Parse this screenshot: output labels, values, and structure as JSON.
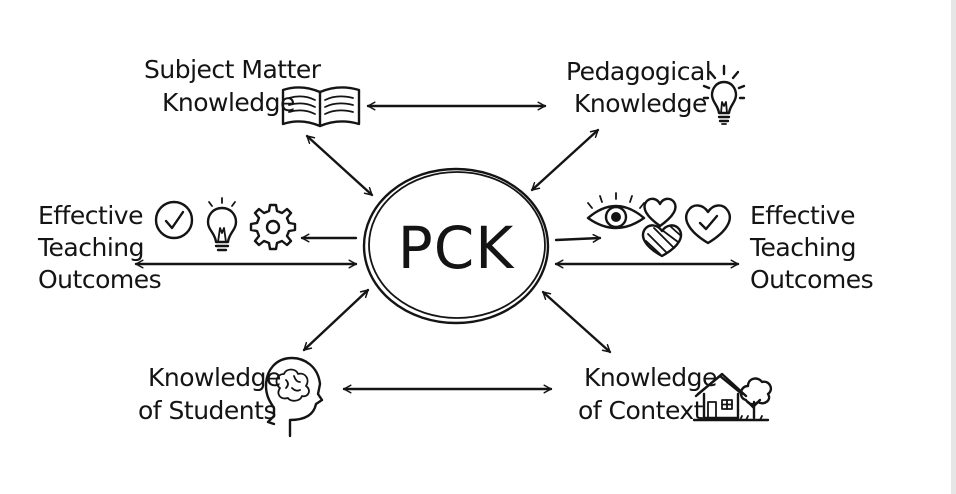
{
  "center": {
    "label": "PCK"
  },
  "nodes": {
    "top_left": {
      "lines": [
        "Subject Matter",
        "Knowledge"
      ],
      "icons": [
        "open-book-icon"
      ]
    },
    "top_right": {
      "lines": [
        "Pedagogical",
        "Knowledge"
      ],
      "icons": [
        "lightbulb-icon"
      ]
    },
    "mid_left": {
      "lines": [
        "Effective",
        "Teaching",
        "Outcomes"
      ],
      "icons": [
        "checkmark-circle-icon",
        "lightbulb-icon",
        "gear-icon"
      ]
    },
    "mid_right": {
      "lines": [
        "Effective",
        "Teaching",
        "Outcomes"
      ],
      "icons": [
        "eye-icon",
        "hearts-icon",
        "heart-check-icon"
      ]
    },
    "bottom_left": {
      "lines": [
        "Knowledge",
        "of Students"
      ],
      "icons": [
        "brain-head-icon"
      ]
    },
    "bottom_right": {
      "lines": [
        "Knowledge",
        "of Context"
      ],
      "icons": [
        "house-tree-icon"
      ]
    }
  },
  "colors": {
    "ink": "#141414",
    "background": "#ffffff"
  }
}
